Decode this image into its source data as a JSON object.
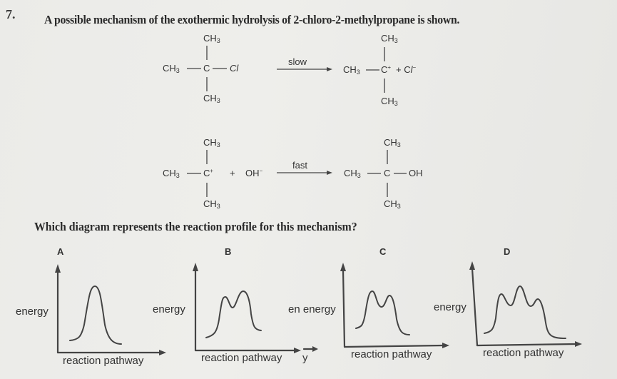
{
  "question": {
    "number": "7.",
    "text": "A possible mechanism of the exothermic hydrolysis of 2-chloro-2-methylpropane is shown."
  },
  "step1": {
    "reactant": {
      "top": "CH3",
      "left": "CH3",
      "center": "C",
      "right": "Cl",
      "bottom": "CH3"
    },
    "arrow_label": "slow",
    "product": {
      "top": "CH3",
      "left": "CH3",
      "center": "C+",
      "extra": "+ Cl−",
      "bottom": "CH3"
    }
  },
  "step2": {
    "reactant": {
      "top": "CH3",
      "left": "CH3",
      "center": "C+",
      "extra": "+ OH−",
      "bottom": "CH3"
    },
    "arrow_label": "fast",
    "product": {
      "top": "CH3",
      "left": "CH3",
      "center": "C",
      "right": "OH",
      "bottom": "CH3"
    }
  },
  "prompt": "Which diagram represents the reaction profile for this mechanism?",
  "options": [
    {
      "label": "A",
      "y_label": "energy",
      "x_label": "reaction pathway",
      "peaks": 1
    },
    {
      "label": "B",
      "y_label": "energy",
      "x_label": "reaction pathway",
      "x_label_suffix": "y",
      "peaks": 2,
      "note": "second peak higher"
    },
    {
      "label": "C",
      "y_label": "en energy",
      "x_label": "reaction pathway",
      "peaks": 2,
      "note": "first peak higher"
    },
    {
      "label": "D",
      "y_label": "energy",
      "x_label": "reaction pathway",
      "peaks": 3
    }
  ],
  "colors": {
    "paper": "#ececea",
    "ink": "#333333"
  }
}
